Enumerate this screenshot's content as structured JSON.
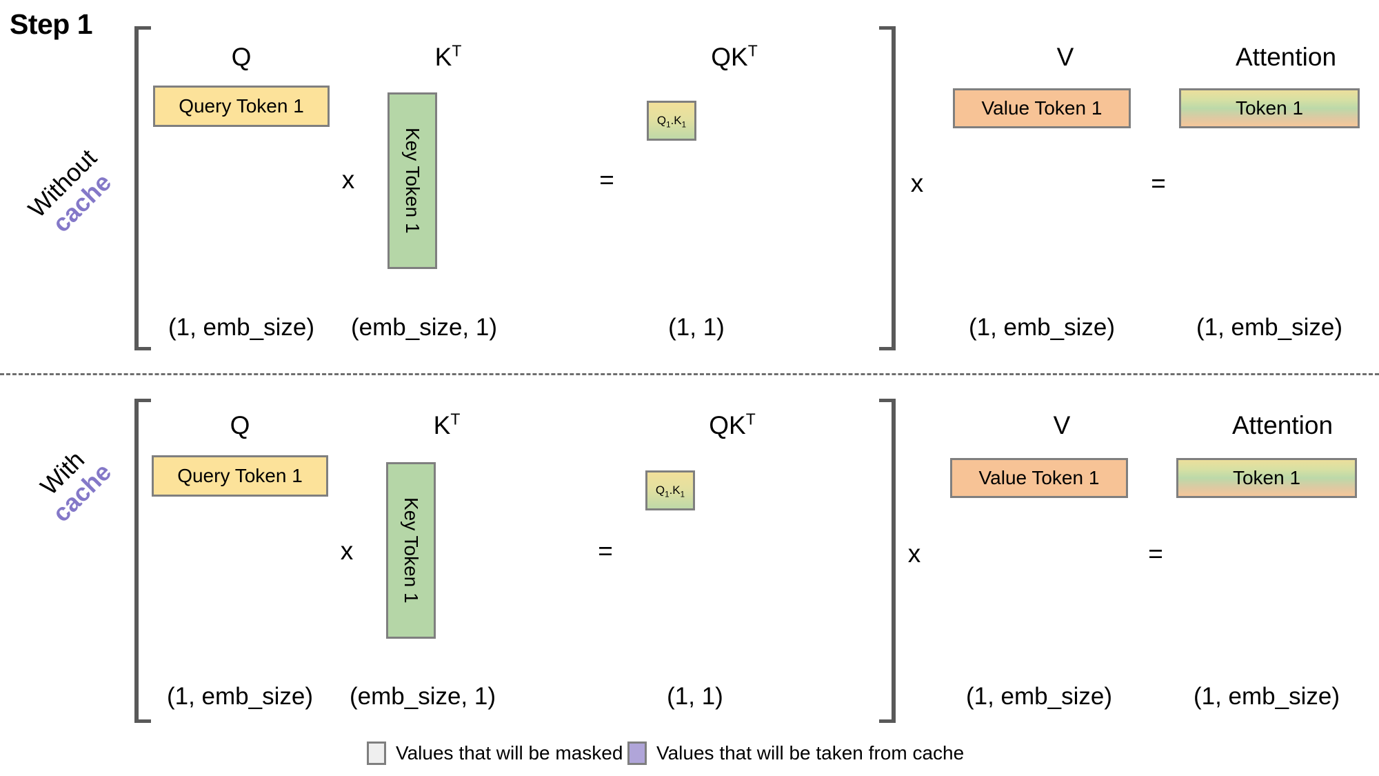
{
  "title": "Step 1",
  "legend": {
    "items": [
      {
        "label": "Values that will be masked",
        "color": "#efefef",
        "icon": "masked-swatch-icon"
      },
      {
        "label": "Values that will be taken from cache",
        "color": "#b0a5d9",
        "icon": "cache-swatch-icon"
      }
    ]
  },
  "colors": {
    "query": "#fce29a",
    "key": "#b5d6a7",
    "value": "#f7c396",
    "bracket": "#595959",
    "box_border": "#7f7f7f",
    "cache_accent": "#8478c8",
    "masked": "#efefef"
  },
  "rows": [
    {
      "label_main": "Without",
      "label_accent": "cache",
      "headers": {
        "q": "Q",
        "kt": "K",
        "kt_sup": "T",
        "qkt": "QK",
        "qkt_sup": "T",
        "v": "V",
        "attention": "Attention"
      },
      "operators": {
        "mul1": "x",
        "eq1": "=",
        "mul2": "x",
        "eq2": "="
      },
      "boxes": {
        "query": "Query Token 1",
        "key": "Key Token 1",
        "qk_prefix": "Q",
        "qk_sub1": "1",
        "qk_mid": ".K",
        "qk_sub2": "1",
        "value": "Value Token 1",
        "attention": "Token 1"
      },
      "shapes": {
        "q": "(1, emb_size)",
        "kt": "(emb_size, 1)",
        "qkt": "(1, 1)",
        "v": "(1, emb_size)",
        "attention": "(1, emb_size)"
      }
    },
    {
      "label_main": "With",
      "label_accent": "cache",
      "headers": {
        "q": "Q",
        "kt": "K",
        "kt_sup": "T",
        "qkt": "QK",
        "qkt_sup": "T",
        "v": "V",
        "attention": "Attention"
      },
      "operators": {
        "mul1": "x",
        "eq1": "=",
        "mul2": "x",
        "eq2": "="
      },
      "boxes": {
        "query": "Query Token 1",
        "key": "Key Token 1",
        "qk_prefix": "Q",
        "qk_sub1": "1",
        "qk_mid": ".K",
        "qk_sub2": "1",
        "value": "Value Token 1",
        "attention": "Token 1"
      },
      "shapes": {
        "q": "(1, emb_size)",
        "kt": "(emb_size, 1)",
        "qkt": "(1, 1)",
        "v": "(1, emb_size)",
        "attention": "(1, emb_size)"
      }
    }
  ]
}
